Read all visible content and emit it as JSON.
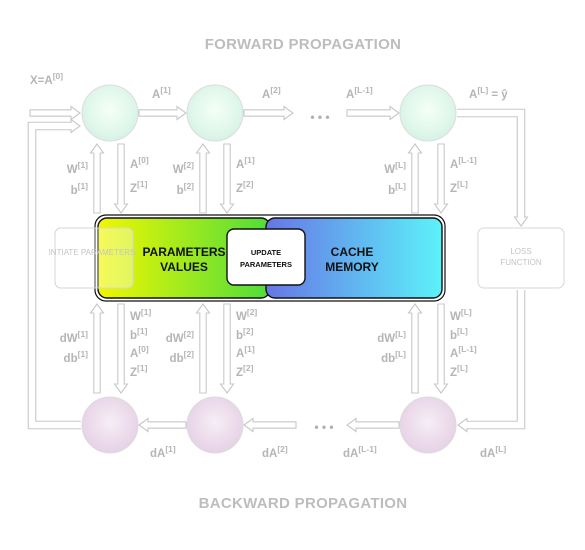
{
  "headings": {
    "forward": "FORWARD PROPAGATION",
    "backward": "BACKWARD PROPAGATION"
  },
  "input": {
    "base": "X=A",
    "sup": "[0]"
  },
  "forward_outputs": [
    {
      "base": "A",
      "sup": "[1]"
    },
    {
      "base": "A",
      "sup": "[2]"
    },
    {
      "base": "A",
      "sup": "[L-1]"
    },
    {
      "base": "A",
      "sup": "[L]",
      "tail": " = ŷ"
    }
  ],
  "ellipsis": "• • •",
  "forward_params": [
    [
      {
        "base": "W",
        "sup": "[1]"
      },
      {
        "base": "b",
        "sup": "[1]"
      }
    ],
    [
      {
        "base": "W",
        "sup": "[2]"
      },
      {
        "base": "b",
        "sup": "[2]"
      }
    ],
    [
      {
        "base": "W",
        "sup": "[L]"
      },
      {
        "base": "b",
        "sup": "[L]"
      }
    ]
  ],
  "forward_cache": [
    [
      {
        "base": "A",
        "sup": "[0]"
      },
      {
        "base": "Z",
        "sup": "[1]"
      }
    ],
    [
      {
        "base": "A",
        "sup": "[1]"
      },
      {
        "base": "Z",
        "sup": "[2]"
      }
    ],
    [
      {
        "base": "A",
        "sup": "[L-1]"
      },
      {
        "base": "Z",
        "sup": "[L]"
      }
    ]
  ],
  "center": {
    "left_box": "INTIATE PARAMETERS",
    "params": [
      "PARAMETERS",
      "VALUES"
    ],
    "update": [
      "UPDATE",
      "PARAMETERS"
    ],
    "cache": [
      "CACHE",
      "MEMORY"
    ],
    "loss": [
      "LOSS",
      "FUNCTION"
    ]
  },
  "backward_grads": [
    [
      {
        "base": "dW",
        "sup": "[1]"
      },
      {
        "base": "db",
        "sup": "[1]"
      }
    ],
    [
      {
        "base": "dW",
        "sup": "[2]"
      },
      {
        "base": "db",
        "sup": "[2]"
      }
    ],
    [
      {
        "base": "dW",
        "sup": "[L]"
      },
      {
        "base": "db",
        "sup": "[L]"
      }
    ]
  ],
  "backward_inputs": [
    [
      {
        "base": "W",
        "sup": "[1]"
      },
      {
        "base": "b",
        "sup": "[1]"
      },
      {
        "base": "A",
        "sup": "[0]"
      },
      {
        "base": "Z",
        "sup": "[1]"
      }
    ],
    [
      {
        "base": "W",
        "sup": "[2]"
      },
      {
        "base": "b",
        "sup": "[2]"
      },
      {
        "base": "A",
        "sup": "[1]"
      },
      {
        "base": "Z",
        "sup": "[2]"
      }
    ],
    [
      {
        "base": "W",
        "sup": "[L]"
      },
      {
        "base": "b",
        "sup": "[L]"
      },
      {
        "base": "A",
        "sup": "[L-1]"
      },
      {
        "base": "Z",
        "sup": "[L]"
      }
    ]
  ],
  "backward_outputs": [
    {
      "base": "dA",
      "sup": "[1]"
    },
    {
      "base": "dA",
      "sup": "[2]"
    },
    {
      "base": "dA",
      "sup": "[L-1]"
    },
    {
      "base": "dA",
      "sup": "[L]"
    }
  ],
  "colors": {
    "arrow_line": "#c8c8c8",
    "label_gray": "#b5b5b5",
    "forward_node": "#dff7ea",
    "backward_node": "#f1dcea",
    "params_gradient": [
      "#f0f700",
      "#55e040"
    ],
    "cache_gradient": [
      "#6b78e8",
      "#60f0f8"
    ]
  }
}
